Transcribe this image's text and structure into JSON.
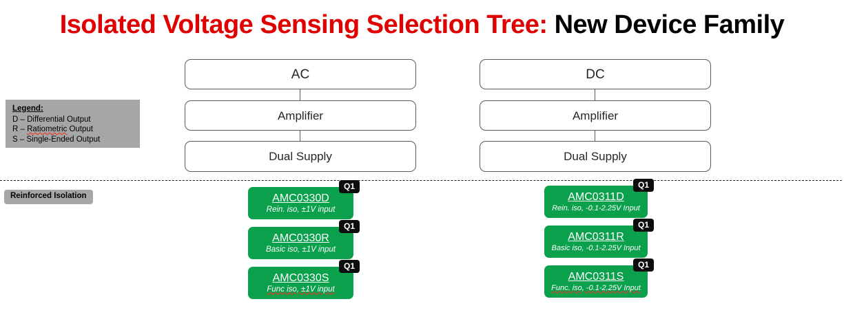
{
  "title": {
    "highlight": "Isolated Voltage Sensing Selection Tree:",
    "rest": " New Device Family"
  },
  "legend": {
    "heading": "Legend:",
    "entries": [
      {
        "prefix": "D – ",
        "term": "Differential",
        "suffix": " Output"
      },
      {
        "prefix": "R – ",
        "term": "Ratiometric",
        "suffix": " Output"
      },
      {
        "prefix": "S – ",
        "term": "Single-Ended",
        "suffix": " Output"
      }
    ]
  },
  "divider": {
    "isolation_tag": "Reinforced Isolation"
  },
  "branches": [
    {
      "id": "ac",
      "flow": [
        "AC",
        "Amplifier",
        "Dual Supply"
      ],
      "products": [
        {
          "part": "AMC0330D",
          "desc": "Rein. iso, ±1V input",
          "badge": "Q1"
        },
        {
          "part": "AMC0330R",
          "desc": "Basic iso, ±1V input",
          "badge": "Q1"
        },
        {
          "part": "AMC0330S",
          "desc": "Func iso, ±1V input",
          "badge": "Q1"
        }
      ]
    },
    {
      "id": "dc",
      "flow": [
        "DC",
        "Amplifier",
        "Dual Supply"
      ],
      "products": [
        {
          "part": "AMC0311D",
          "desc": "Rein. iso, -0.1-2.25V Input",
          "badge": "Q1"
        },
        {
          "part": "AMC0311R",
          "desc": "Basic iso, -0.1-2.25V Input",
          "badge": "Q1"
        },
        {
          "part": "AMC0311S",
          "desc": "Func. iso, -0.1-2.25V Input",
          "badge": "Q1"
        }
      ]
    }
  ],
  "colors": {
    "title_accent": "#E00000",
    "product_green": "#0BA14C",
    "legend_gray": "#A6A6A6",
    "box_border": "#595959",
    "badge_black": "#0D0D0D"
  }
}
